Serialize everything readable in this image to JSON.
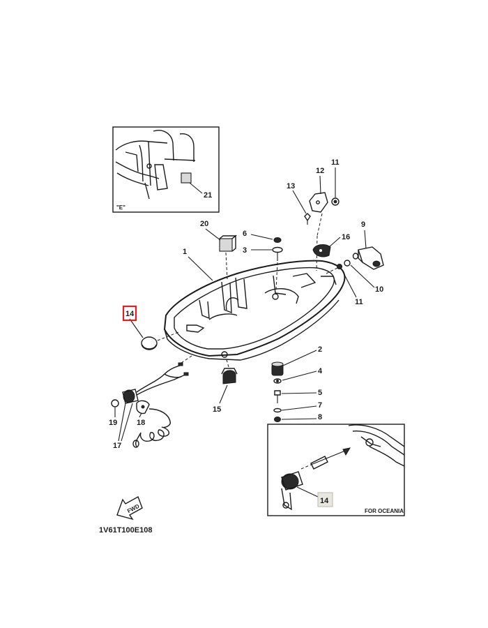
{
  "diagram": {
    "part_labels": {
      "p1": "1",
      "p2": "2",
      "p3": "3",
      "p4": "4",
      "p5": "5",
      "p6": "6",
      "p7": "7",
      "p8": "8",
      "p9": "9",
      "p10": "10",
      "p11a": "11",
      "p11b": "11",
      "p12": "12",
      "p13": "13",
      "p14": "14",
      "p14_inset": "14",
      "p15": "15",
      "p16": "16",
      "p17": "17",
      "p18": "18",
      "p19": "19",
      "p20": "20",
      "p21": "21"
    },
    "inset_top_caption": "\"E\"",
    "inset_bottom_caption": "FOR OCEANIA",
    "fwd_label": "FWD",
    "drawing_code": "1V61T100E108",
    "highlight_color": "#e02020",
    "inset_highlight_color": "#e8e8e0"
  }
}
